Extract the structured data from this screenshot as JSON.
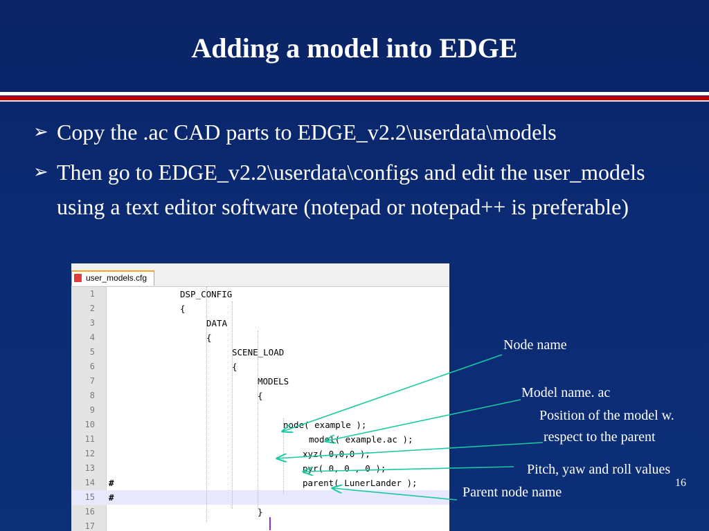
{
  "slide": {
    "title": "Adding a model into EDGE",
    "bullets": [
      "Copy the .ac CAD parts to EDGE_v2.2\\userdata\\models",
      "Then go to EDGE_v2.2\\userdata\\configs and edit the user_models using a text editor software (notepad or notepad++ is preferable)"
    ],
    "page_number": "16"
  },
  "editor": {
    "tab_label": "user_models.cfg",
    "lines": [
      {
        "num": "1",
        "mark": "",
        "text": "DSP_CONFIG"
      },
      {
        "num": "2",
        "mark": "",
        "text": "{"
      },
      {
        "num": "3",
        "mark": "",
        "text": "DATA"
      },
      {
        "num": "4",
        "mark": "",
        "text": "{"
      },
      {
        "num": "5",
        "mark": "",
        "text": "SCENE_LOAD"
      },
      {
        "num": "6",
        "mark": "",
        "text": "{"
      },
      {
        "num": "7",
        "mark": "",
        "text": "MODELS"
      },
      {
        "num": "8",
        "mark": "",
        "text": "{"
      },
      {
        "num": "9",
        "mark": "",
        "text": ""
      },
      {
        "num": "10",
        "mark": "",
        "text": "node( example );"
      },
      {
        "num": "11",
        "mark": "",
        "text": "model( example.ac );"
      },
      {
        "num": "12",
        "mark": "",
        "text": "xyz( 0,0,0 );"
      },
      {
        "num": "13",
        "mark": "",
        "text": "pyr( 0, 0 , 0 );"
      },
      {
        "num": "14",
        "mark": "#",
        "text": "parent( LunerLander );"
      },
      {
        "num": "15",
        "mark": "#",
        "text": ""
      },
      {
        "num": "16",
        "mark": "",
        "text": "}"
      },
      {
        "num": "17",
        "mark": "",
        "text": ""
      }
    ]
  },
  "annotations": {
    "node_name": "Node name",
    "model_name": "Model name. ac",
    "position_line1": "Position of the model w.",
    "position_line2": "respect to the parent",
    "pyr_values": "Pitch, yaw and roll values",
    "parent_node": "Parent node name"
  },
  "colors": {
    "background": "#0b2a72",
    "band_red": "#c00000",
    "arrow": "#19c9a0",
    "highlight_line": "#e8e8ff"
  }
}
